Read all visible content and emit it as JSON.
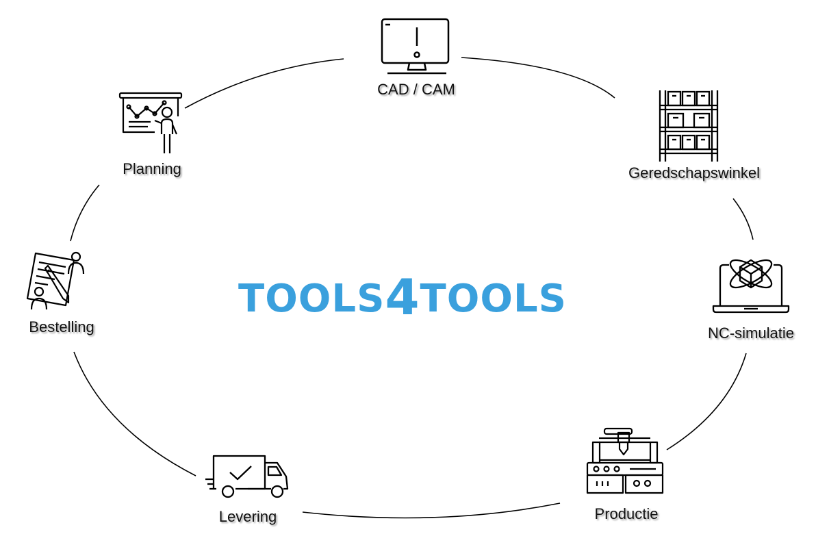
{
  "brand": {
    "prefix": "TOOLS",
    "number": "4",
    "suffix": "TOOLS",
    "color": "#3aa0dd"
  },
  "nodes": [
    {
      "label": "CAD / CAM",
      "icon": "monitor-icon"
    },
    {
      "label": "Geredschapswinkel",
      "icon": "warehouse-shelves-icon"
    },
    {
      "label": "NC-simulatie",
      "icon": "laptop-3d-cube-icon"
    },
    {
      "label": "Productie",
      "icon": "cnc-machine-icon"
    },
    {
      "label": "Levering",
      "icon": "delivery-truck-icon"
    },
    {
      "label": "Bestelling",
      "icon": "contract-signing-icon"
    },
    {
      "label": "Planning",
      "icon": "presentation-board-icon"
    }
  ]
}
